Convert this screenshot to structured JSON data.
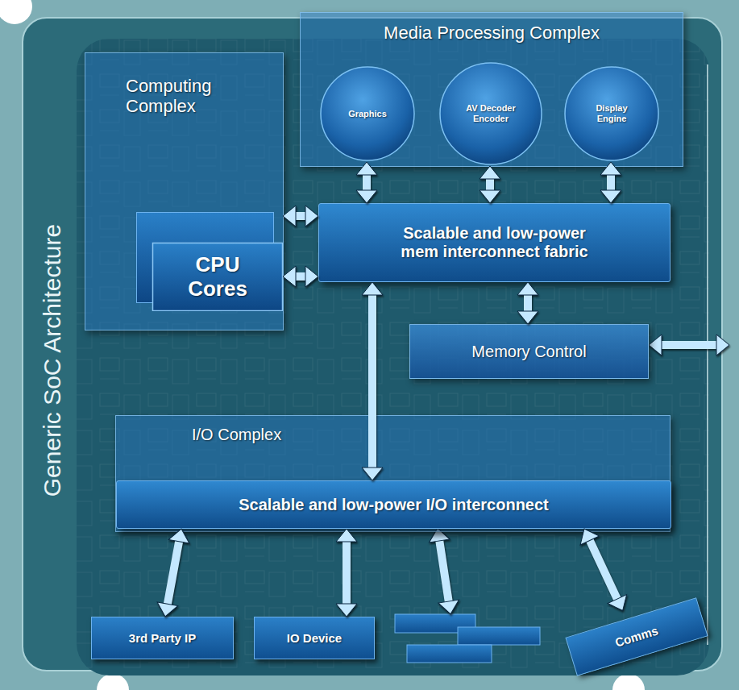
{
  "diagram": {
    "title": "Generic SoC Architecture",
    "nodes": [
      {
        "text": [
          "Media Processing Complex"
        ]
      },
      {
        "text": [
          "Graphics"
        ],
        "in": 0
      },
      {
        "text": [
          "AV Decoder Encoder"
        ],
        "in": 0
      },
      {
        "text": [
          "Display Engine"
        ],
        "in": 0
      },
      {
        "text": [
          "Computing Complex"
        ]
      },
      {
        "text": [
          "CPU Cores"
        ],
        "in": 4
      },
      {
        "text": [
          "Scalable and low-power mem interconnect fabric"
        ]
      },
      {
        "text": [
          "Memory Control"
        ]
      },
      {
        "text": [
          "I/O Complex"
        ]
      },
      {
        "text": [
          "Scalable and low-power I/O interconnect"
        ],
        "in": 8
      },
      {
        "text": [
          "3rd Party IP"
        ]
      },
      {
        "text": [
          "IO Device"
        ]
      },
      {
        "text": [
          "Comms"
        ]
      }
    ],
    "edges": [
      {
        "from": 1,
        "to": 6,
        "arrow": "both"
      },
      {
        "from": 2,
        "to": 6,
        "arrow": "both"
      },
      {
        "from": 3,
        "to": 6,
        "arrow": "both"
      },
      {
        "from": 5,
        "to": 6,
        "arrow": "both"
      },
      {
        "from": 5,
        "to": 6,
        "arrow": "both"
      },
      {
        "from": 6,
        "to": 7,
        "arrow": "both"
      },
      {
        "from": 6,
        "to": 9,
        "arrow": "both"
      },
      {
        "from": 9,
        "to": 10,
        "arrow": "both"
      },
      {
        "from": 9,
        "to": 11,
        "arrow": "both"
      },
      {
        "from": 9,
        "to": 12,
        "arrow": "both"
      }
    ]
  }
}
